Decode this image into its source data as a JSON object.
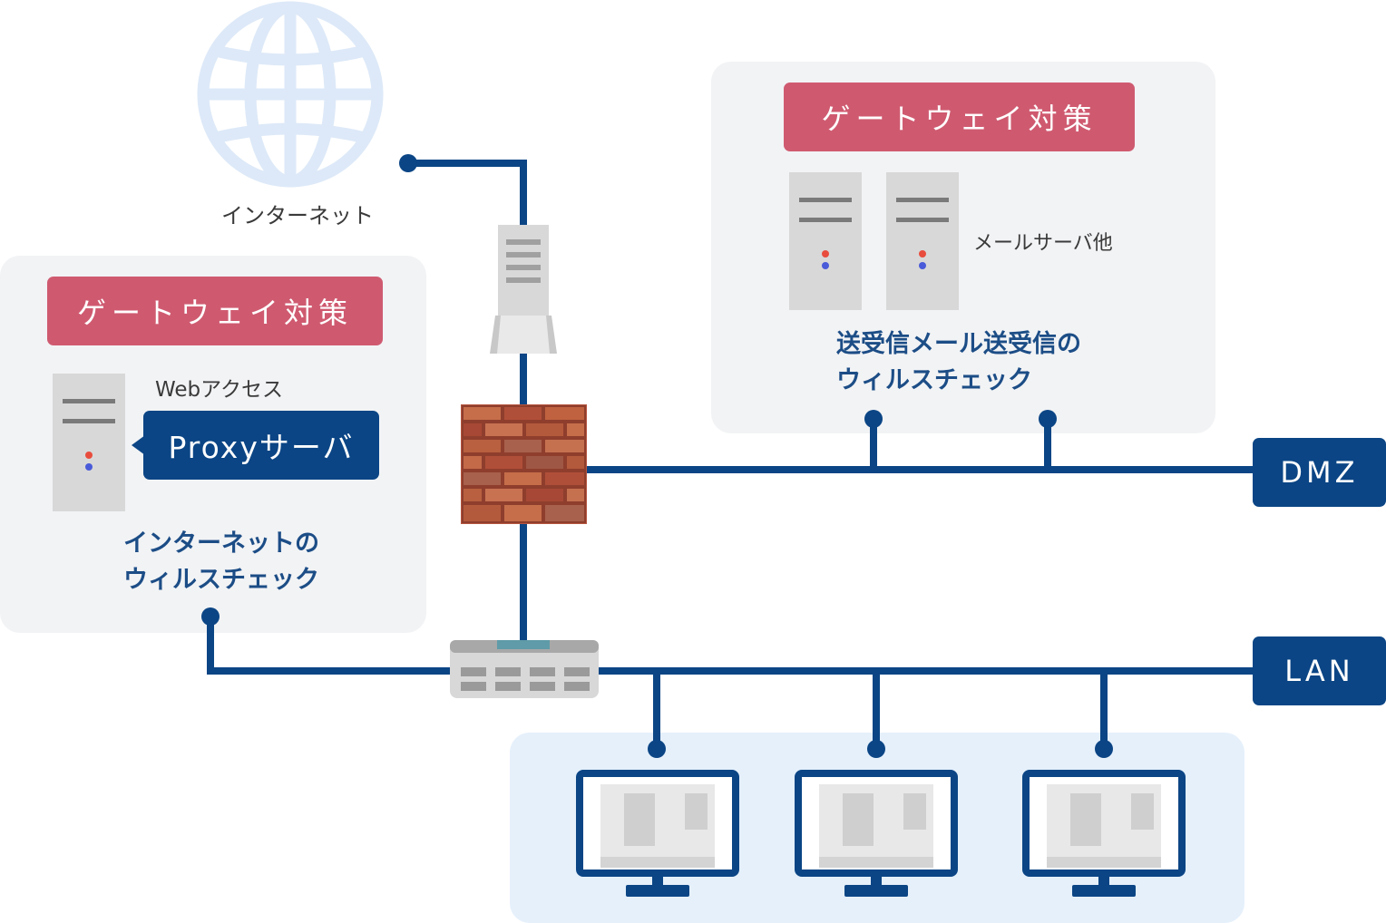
{
  "internet": {
    "label": "インターネット"
  },
  "gateway_left": {
    "title": "ゲートウェイ対策",
    "web_access_label": "Webアクセス",
    "proxy_label": "Proxyサーバ",
    "caption_line1": "インターネットの",
    "caption_line2": "ウィルスチェック"
  },
  "gateway_right": {
    "title": "ゲートウェイ対策",
    "mail_server_label": "メールサーバ他",
    "caption_line1": "送受信メール送受信の",
    "caption_line2": "ウィルスチェック"
  },
  "network_tags": {
    "dmz": "DMZ",
    "lan": "LAN"
  },
  "colors": {
    "line": "#0b4585",
    "gateway_title_bg": "#cf5a70",
    "panel_bg": "#f2f3f5",
    "lan_panel_bg": "#e5f0fb",
    "globe": "#dde9f8",
    "server": "#d8d8d8"
  },
  "icons": [
    "globe-icon",
    "router-icon",
    "firewall-icon",
    "switch-icon",
    "server-icon",
    "monitor-icon"
  ]
}
